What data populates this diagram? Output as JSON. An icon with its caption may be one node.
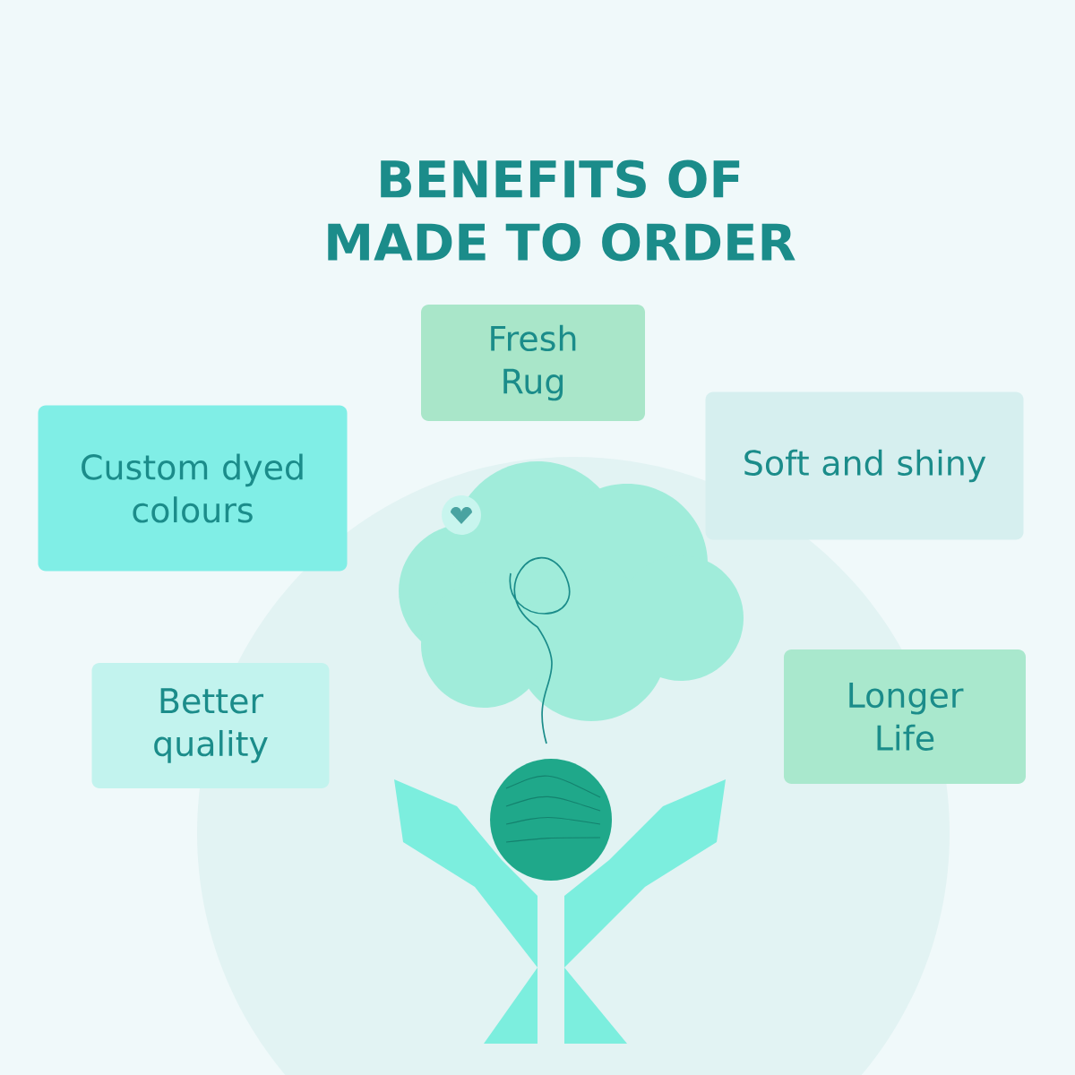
{
  "diagram": {
    "title": "BENEFITS OF MADE TO ORDER",
    "nodes": [
      {
        "text": [
          "Fresh Rug"
        ]
      },
      {
        "text": [
          "Custom dyed colours"
        ]
      },
      {
        "text": [
          "Soft and shiny"
        ]
      },
      {
        "text": [
          "Better quality"
        ]
      },
      {
        "text": [
          "Longer Life"
        ]
      }
    ],
    "edges": []
  }
}
